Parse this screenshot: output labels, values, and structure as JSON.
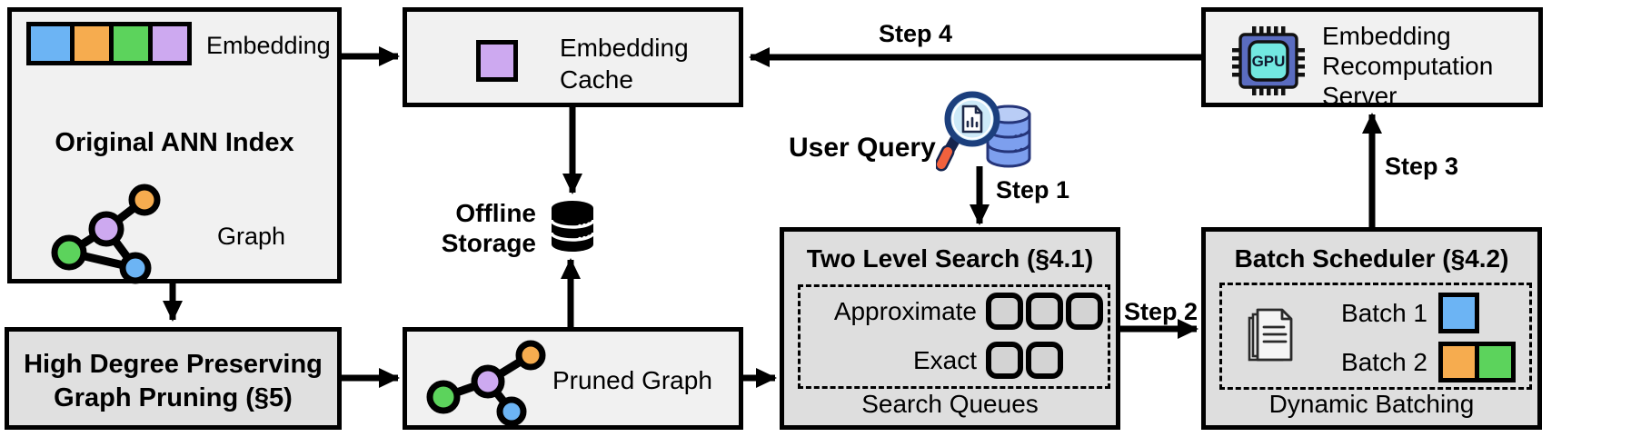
{
  "palette": {
    "blue": "#6CB4F4",
    "orange": "#F6AC4F",
    "green": "#5CD35C",
    "purple": "#CDA9F0",
    "query_db_body": "#7D9FEE",
    "query_db_top": "#B9CDF6",
    "magnifier_rim": "#1C3F7D",
    "magnifier_lens": "#CDEAF8",
    "handle_tip": "#F2613D",
    "gpu_body": "#5A6CC0",
    "gpu_core": "#72E8E0"
  },
  "boxes": {
    "original_ann_index": {
      "title": "Original ANN Index",
      "embedding_label": "Embedding",
      "graph_label": "Graph"
    },
    "graph_pruning": {
      "line1": "High Degree Preserving",
      "line2": "Graph Pruning (§5)"
    },
    "embedding_cache": {
      "line1": "Embedding",
      "line2": "Cache"
    },
    "offline_storage": {
      "line1": "Offline",
      "line2": "Storage"
    },
    "pruned_graph": {
      "label": "Pruned Graph"
    },
    "user_query": {
      "label": "User Query"
    },
    "two_level_search": {
      "title": "Two Level Search (§4.1)",
      "approximate_label": "Approximate",
      "exact_label": "Exact",
      "footer": "Search Queues"
    },
    "batch_scheduler": {
      "title": "Batch Scheduler (§4.2)",
      "batch1_label": "Batch 1",
      "batch2_label": "Batch 2",
      "footer": "Dynamic Batching"
    },
    "recomputation_server": {
      "line1": "Embedding",
      "line2": "Recomputation",
      "line3": "Server",
      "gpu_label": "GPU"
    }
  },
  "arrows": {
    "step1": "Step 1",
    "step2": "Step 2",
    "step3": "Step 3",
    "step4": "Step 4"
  }
}
